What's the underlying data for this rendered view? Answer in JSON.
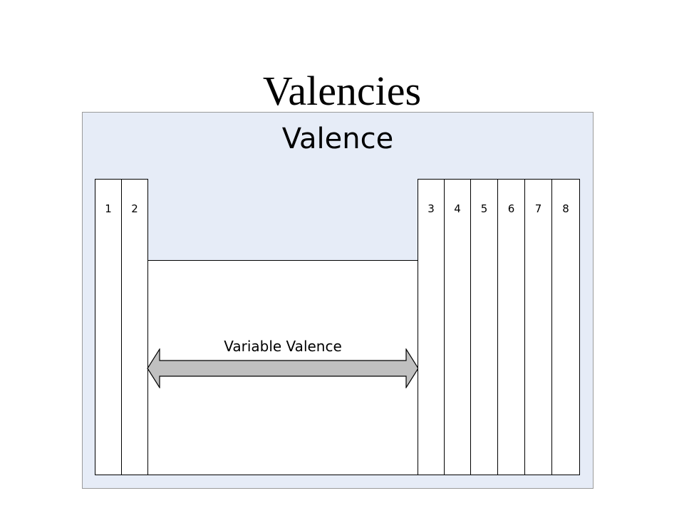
{
  "slide": {
    "title": "Valencies"
  },
  "diagram": {
    "panel_title": "Valence",
    "left_columns": [
      "1",
      "2"
    ],
    "right_columns": [
      "3",
      "4",
      "5",
      "6",
      "7",
      "8"
    ],
    "middle_label": "Variable Valence",
    "arrow_icon": "double-headed-arrow-icon",
    "colors": {
      "panel_background": "#e6ecf7",
      "column_fill": "#ffffff",
      "arrow_fill": "#c0c0c0",
      "stroke": "#000000"
    }
  }
}
